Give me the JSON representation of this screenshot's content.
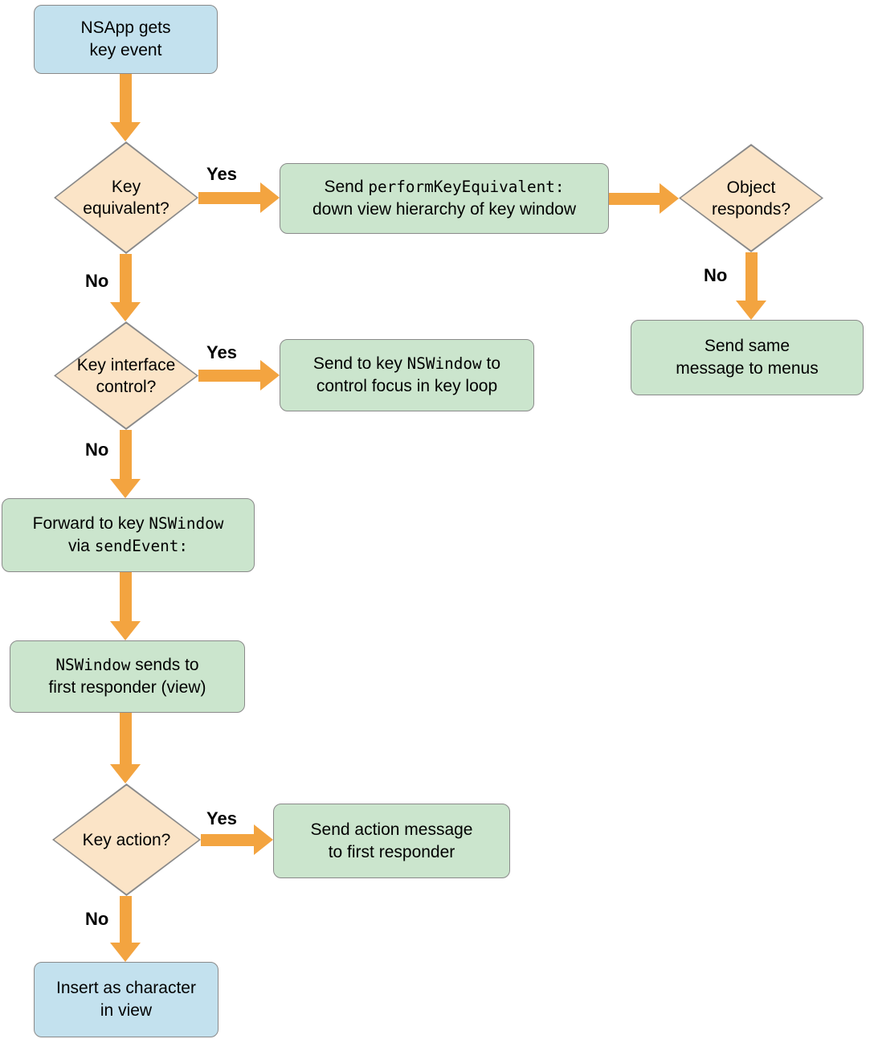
{
  "colors": {
    "blue": "#c3e1ee",
    "green": "#cbe5cd",
    "peach": "#fbe4c7",
    "border": "#8a8a8a",
    "arrow": "#f3a440",
    "text": "#000000"
  },
  "labels": {
    "yes": "Yes",
    "no": "No"
  },
  "nodes": {
    "start": {
      "line1": "NSApp gets",
      "line2": "key event"
    },
    "key_equivalent": {
      "line1": "Key",
      "line2": "equivalent?"
    },
    "perform_key_equivalent": {
      "l1_pre": "Send ",
      "l1_code": "performKeyEquivalent:",
      "line2": "down view hierarchy of key window"
    },
    "object_responds": {
      "line1": "Object",
      "line2": "responds?"
    },
    "send_same_message": {
      "line1": "Send same",
      "line2": "message to menus"
    },
    "key_interface_control": {
      "line1": "Key interface",
      "line2": "control?"
    },
    "send_to_key_window": {
      "l1_pre": "Send to key ",
      "l1_code": "NSWindow",
      "l1_post": " to",
      "line2": "control focus in key loop"
    },
    "forward_to_key_window": {
      "l1_pre": "Forward to key ",
      "l1_code": "NSWindow",
      "l2_pre": "via ",
      "l2_code": "sendEvent:"
    },
    "window_sends": {
      "l1_code": "NSWindow",
      "l1_post": " sends to",
      "line2": "first responder (view)"
    },
    "key_action": {
      "line1": "Key action?"
    },
    "send_action_message": {
      "line1": "Send action message",
      "line2": "to first responder"
    },
    "insert_as_character": {
      "line1": "Insert as character",
      "line2": "in view"
    }
  }
}
